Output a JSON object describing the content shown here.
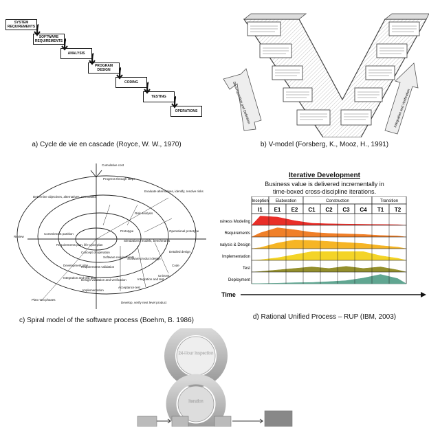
{
  "panels": {
    "a": {
      "caption": "a) Cycle de vie en cascade (Royce, W. W., 1970)",
      "steps": [
        "SYSTEM REQUIREMENTS",
        "SOFTWARE REQUIREMENTS",
        "ANALYSIS",
        "PROGRAM DESIGN",
        "CODING",
        "TESTING",
        "OPERATIONS"
      ]
    },
    "b": {
      "caption": "b) V-model (Forsberg, K., Mooz, H., 1991)",
      "left_arrow": "Decomposition and Definition",
      "right_arrow": "Integration and Verification"
    },
    "c": {
      "caption": "c) Spiral model of the software process (Boehm, B. 1986)",
      "labels": {
        "cumulative": "Cumulative cost",
        "progress": "Progress through steps",
        "determine": "Determine objectives, alternatives, constraints",
        "evaluate": "Evaluate alternatives, identify, resolve risks",
        "review": "Review",
        "commitment": "Commitment partition",
        "plan_next": "Plan next phases",
        "develop": "Develop, verify next level product",
        "risk_analysis": "Risk analysis",
        "prototype": "Prototype",
        "operational": "Operational prototype",
        "requirements_plan": "Requirements plan, life-cycle plan",
        "concept": "Concept of operation",
        "software_req": "Software requirements",
        "dev_plan": "Development plan",
        "req_validation": "Requirements validation",
        "integration_plan": "Integration and test plan",
        "design_validation": "Design validation and verification",
        "software_product_design": "Software product design",
        "detailed_design": "Detailed design",
        "code": "Code",
        "unit_test": "Unit test",
        "integration_test": "Integration and test",
        "acceptance_test": "Acceptance test",
        "implementation": "Implementation",
        "simulations": "Simulations, models, benchmarks"
      }
    },
    "d": {
      "caption": "d) Rational Unified Process – RUP (IBM, 2003)",
      "title": "Iterative Development",
      "subtitle": "Business value is delivered incrementally in time-boxed cross-discipline iterations.",
      "phases": [
        "Inception",
        "Elaboration",
        "Construction",
        "Transition"
      ],
      "iterations": [
        "I1",
        "E1",
        "E2",
        "C1",
        "C2",
        "C3",
        "C4",
        "T1",
        "T2"
      ],
      "disciplines": [
        "Business Modeling",
        "Requirements",
        "Analysis & Design",
        "Implementation",
        "Test",
        "Deployment"
      ],
      "colors": [
        "#e8231d",
        "#f07a1e",
        "#f6b21a",
        "#f4d21c",
        "#8f8a22",
        "#58a28c"
      ],
      "time_label": "Time"
    },
    "e": {
      "inspection": "24-Hour Inspection",
      "iteration": "Iteration"
    }
  }
}
